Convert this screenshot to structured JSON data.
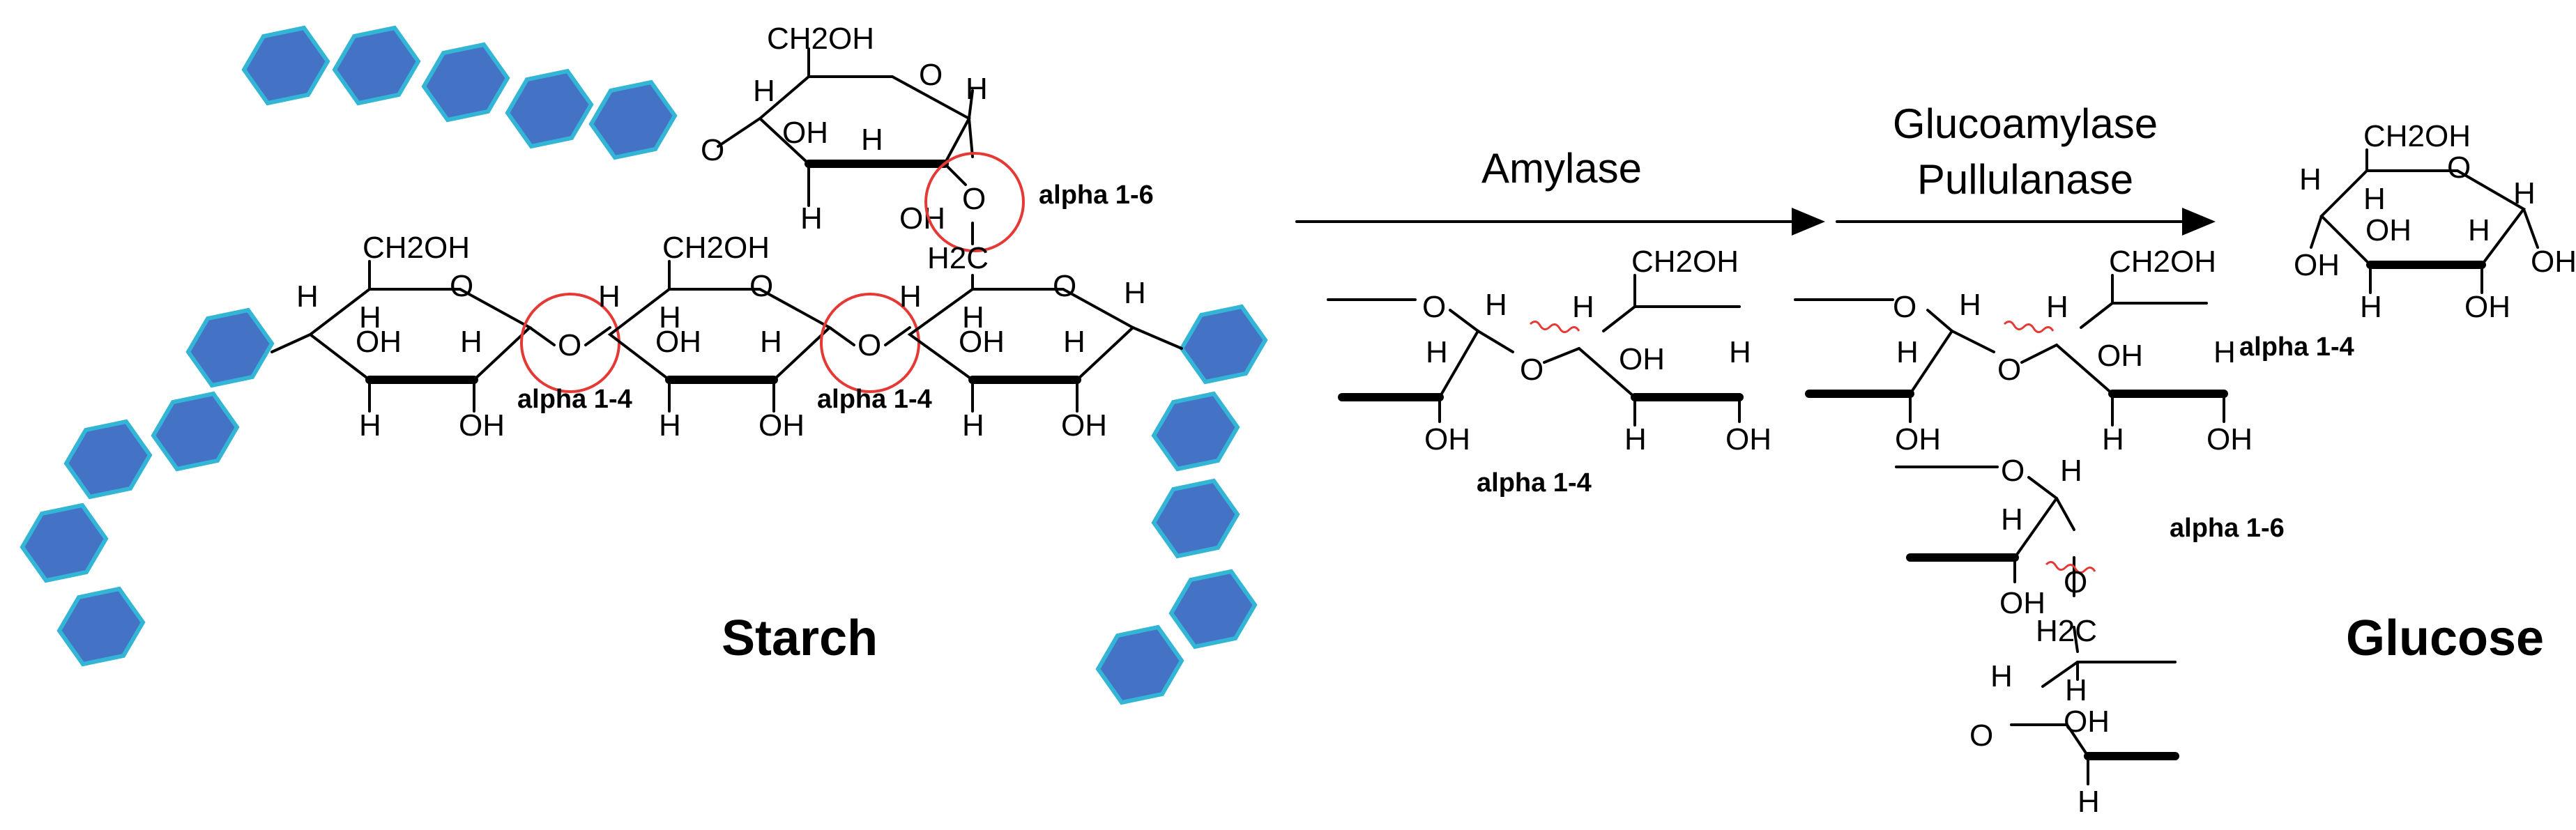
{
  "colors": {
    "hexagon_fill": "#4472c4",
    "hexagon_stroke": "#33b5d6",
    "highlight_ring": "#e53935",
    "bond": "#000000"
  },
  "labels": {
    "starch": "Starch",
    "glucose": "Glucose",
    "amylase": "Amylase",
    "glucoamylase": "Glucoamylase",
    "pullulanase": "Pullulanase",
    "bond_alpha_1_6": "alpha 1-6",
    "bond_alpha_1_4": "alpha 1-4"
  },
  "atoms": {
    "ch2oh": "CH2OH",
    "h2c": "H2C",
    "oh": "OH",
    "o": "O",
    "h": "H"
  }
}
